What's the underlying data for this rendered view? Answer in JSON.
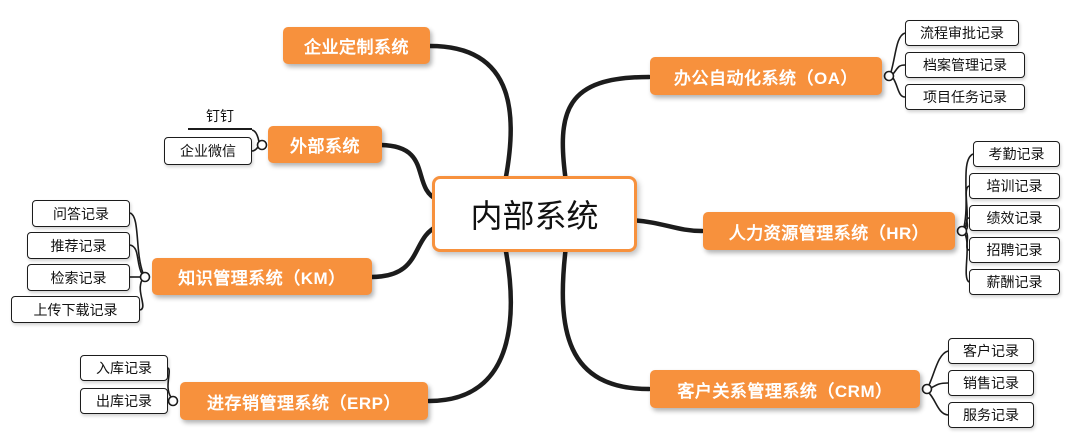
{
  "colors": {
    "branch_fill": "#f7913d",
    "root_border": "#f7913d",
    "line": "#1c1c1c"
  },
  "root": {
    "label": "内部系统"
  },
  "branches": {
    "custom": {
      "label": "企业定制系统"
    },
    "external": {
      "label": "外部系统",
      "children": {
        "dingtalk": "钉钉",
        "wecom": "企业微信"
      }
    },
    "km": {
      "label": "知识管理系统（KM）",
      "children": {
        "qa": "问答记录",
        "recommend": "推荐记录",
        "search": "检索记录",
        "updown": "上传下载记录"
      }
    },
    "erp": {
      "label": "进存销管理系统（ERP）",
      "children": {
        "inbound": "入库记录",
        "outbound": "出库记录"
      }
    },
    "oa": {
      "label": "办公自动化系统（OA）",
      "children": {
        "approval": "流程审批记录",
        "archive": "档案管理记录",
        "task": "项目任务记录"
      }
    },
    "hr": {
      "label": "人力资源管理系统（HR）",
      "children": {
        "attendance": "考勤记录",
        "training": "培训记录",
        "performance": "绩效记录",
        "recruit": "招聘记录",
        "salary": "薪酬记录"
      }
    },
    "crm": {
      "label": "客户关系管理系统（CRM）",
      "children": {
        "customer": "客户记录",
        "sales": "销售记录",
        "service": "服务记录"
      }
    }
  }
}
